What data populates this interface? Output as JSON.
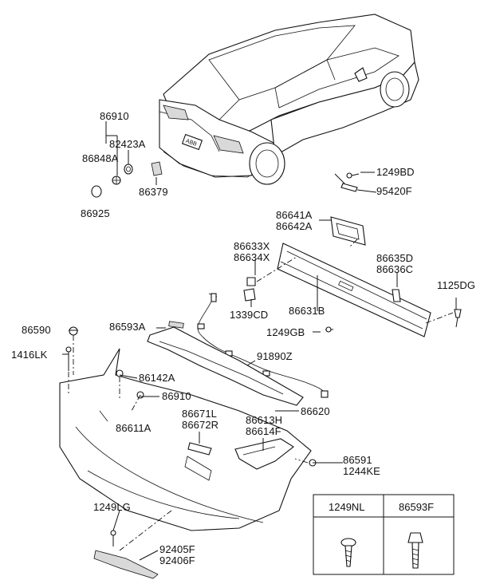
{
  "labels": {
    "l86910_top": "86910",
    "l82423A": "82423A",
    "l86848A": "86848A",
    "l86379": "86379",
    "l86925": "86925",
    "l1249BD": "1249BD",
    "l95420F": "95420F",
    "l86641A": "86641A",
    "l86642A": "86642A",
    "l86633X": "86633X",
    "l86634X": "86634X",
    "l86635D": "86635D",
    "l86636C": "86636C",
    "l1125DG": "1125DG",
    "l1339CD": "1339CD",
    "l86631B": "86631B",
    "l1249GB": "1249GB",
    "l86590": "86590",
    "l86593A": "86593A",
    "l1416LK": "1416LK",
    "l86142A": "86142A",
    "l91890Z": "91890Z",
    "l86910_mid": "86910",
    "l86620": "86620",
    "l86671L": "86671L",
    "l86672R": "86672R",
    "l86613H": "86613H",
    "l86614F": "86614F",
    "l86611A": "86611A",
    "l86591": "86591",
    "l1244KE": "1244KE",
    "l1249LG": "1249LG",
    "l92405F": "92405F",
    "l92406F": "92406F"
  },
  "legend_table": {
    "col1_header": "1249NL",
    "col2_header": "86593F"
  }
}
